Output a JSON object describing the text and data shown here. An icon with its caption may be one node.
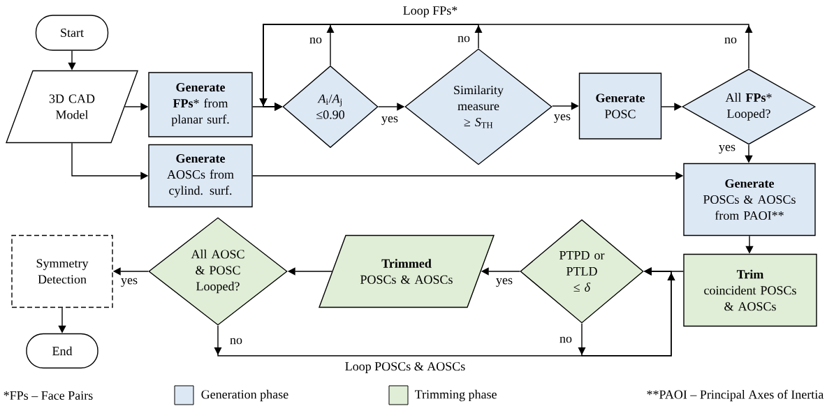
{
  "diagram": {
    "nodes": [
      {
        "text": [
          "Start"
        ]
      },
      {
        "text": [
          "3D CAD Model"
        ]
      },
      {
        "text": [
          "Generate",
          "**FPs***  from planar surf."
        ]
      },
      {
        "text": [
          "*A*$_{i}$/*A*$_{j}$ ≤0.90"
        ]
      },
      {
        "text": [
          "Similarity measure ≥ *S*$_{TH}$"
        ]
      },
      {
        "text": [
          "Generate",
          "POSC"
        ]
      },
      {
        "text": [
          "All **FPs*** Looped?"
        ]
      },
      {
        "text": [
          "Generate",
          "AOSCs from cylind. surf."
        ]
      },
      {
        "text": [
          "Generate",
          "POSCs & AOSCs from PAOI**"
        ]
      },
      {
        "text": [
          "Trim",
          "coincident POSCs & AOSCs"
        ]
      },
      {
        "text": [
          "PTPD or PTLD ≤ *δ*"
        ]
      },
      {
        "text": [
          "Trimmed",
          "POSCs & AOSCs"
        ]
      },
      {
        "text": [
          "All AOSC & POSC Looped?"
        ]
      },
      {
        "text": [
          "Symmetry Detection"
        ]
      },
      {
        "text": [
          "End"
        ]
      }
    ],
    "edges": [
      {
        "from": 0,
        "to": 1,
        "arrow": "to"
      },
      {
        "from": 1,
        "to": 2,
        "arrow": "to"
      },
      {
        "from": 2,
        "to": 3,
        "arrow": "to"
      },
      {
        "from": 3,
        "to": 4,
        "arrow": "to",
        "label": "yes"
      },
      {
        "from": 4,
        "to": 5,
        "arrow": "to",
        "label": "yes"
      },
      {
        "from": 5,
        "to": 6,
        "arrow": "to"
      },
      {
        "from": 3,
        "to": 3,
        "arrow": "to",
        "label": "no"
      },
      {
        "from": 4,
        "to": 3,
        "arrow": "to",
        "label": "no"
      },
      {
        "from": 6,
        "to": 3,
        "arrow": "to",
        "label": "no"
      },
      {
        "from": 6,
        "to": 8,
        "arrow": "to",
        "label": "yes"
      },
      {
        "from": 1,
        "to": 7,
        "arrow": "to"
      },
      {
        "from": 7,
        "to": 8,
        "arrow": "to"
      },
      {
        "from": 8,
        "to": 9,
        "arrow": "to"
      },
      {
        "from": 9,
        "to": 10,
        "arrow": "to"
      },
      {
        "from": 10,
        "to": 11,
        "arrow": "to",
        "label": "yes"
      },
      {
        "from": 11,
        "to": 12,
        "arrow": "to"
      },
      {
        "from": 12,
        "to": 13,
        "arrow": "to",
        "label": "yes"
      },
      {
        "from": 13,
        "to": 14,
        "arrow": "to"
      },
      {
        "from": 10,
        "to": 10,
        "arrow": "to",
        "label": "no"
      },
      {
        "from": 12,
        "to": 10,
        "arrow": "to",
        "label": "no"
      }
    ],
    "labels": [
      "Loop FPs*",
      "Loop POSCs & AOSCs",
      "*FPs – Face Pairs",
      "**PAOI – Principal Axes of Inertia"
    ],
    "legend": [
      {
        "text": "Generation phase",
        "color": "#dde8f5"
      },
      {
        "text": "Trimming phase",
        "color": "#e1eed7"
      }
    ]
  }
}
